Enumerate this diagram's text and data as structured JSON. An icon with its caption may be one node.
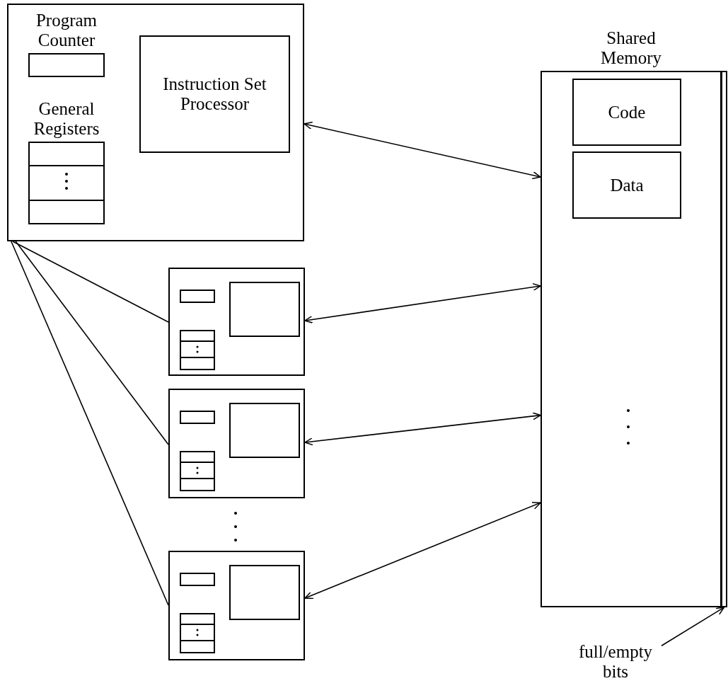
{
  "diagram": {
    "nodes": [
      {
        "text": [],
        "shape": "box"
      },
      {
        "text": [
          "Program Counter"
        ],
        "in": 0
      },
      {
        "text": [
          "General Registers"
        ],
        "in": 0
      },
      {
        "text": [
          "Instruction Set Processor"
        ],
        "in": 0
      },
      {
        "text": [
          "Shared Memory"
        ]
      },
      {
        "text": [
          "Code"
        ],
        "in": 4
      },
      {
        "text": [
          "Data"
        ],
        "in": 4
      },
      {
        "text": [],
        "shape": "box"
      },
      {
        "text": [
          "full/empty bits"
        ]
      },
      {
        "text": [],
        "shape": "box"
      },
      {
        "text": [],
        "shape": "box"
      },
      {
        "text": [],
        "shape": "box"
      }
    ],
    "edges": [
      {
        "from": 0,
        "to": 4,
        "arrow": "both"
      },
      {
        "from": 9,
        "to": 4,
        "arrow": "both"
      },
      {
        "from": 10,
        "to": 4,
        "arrow": "both"
      },
      {
        "from": 11,
        "to": 4,
        "arrow": "both"
      },
      {
        "from": 0,
        "to": 9,
        "arrow": "none"
      },
      {
        "from": 0,
        "to": 10,
        "arrow": "none"
      },
      {
        "from": 0,
        "to": 11,
        "arrow": "none"
      },
      {
        "from": 8,
        "to": 7,
        "arrow": "to"
      }
    ]
  }
}
